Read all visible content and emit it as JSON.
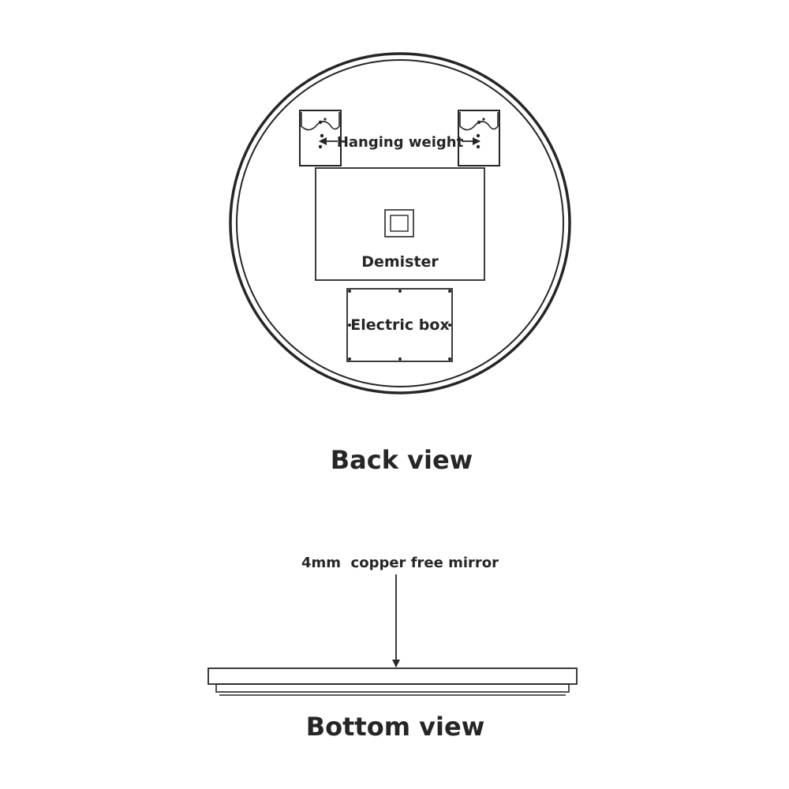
{
  "back_view": {
    "title": "Back view",
    "hanging_weight_label": "Hanging weight",
    "demister_label": "Demister",
    "electric_box_label": "Electric box"
  },
  "bottom_view": {
    "title": "Bottom view",
    "mirror_label": "4mm  copper free mirror"
  },
  "colors": {
    "line": "#262626",
    "background": "#ffffff"
  }
}
